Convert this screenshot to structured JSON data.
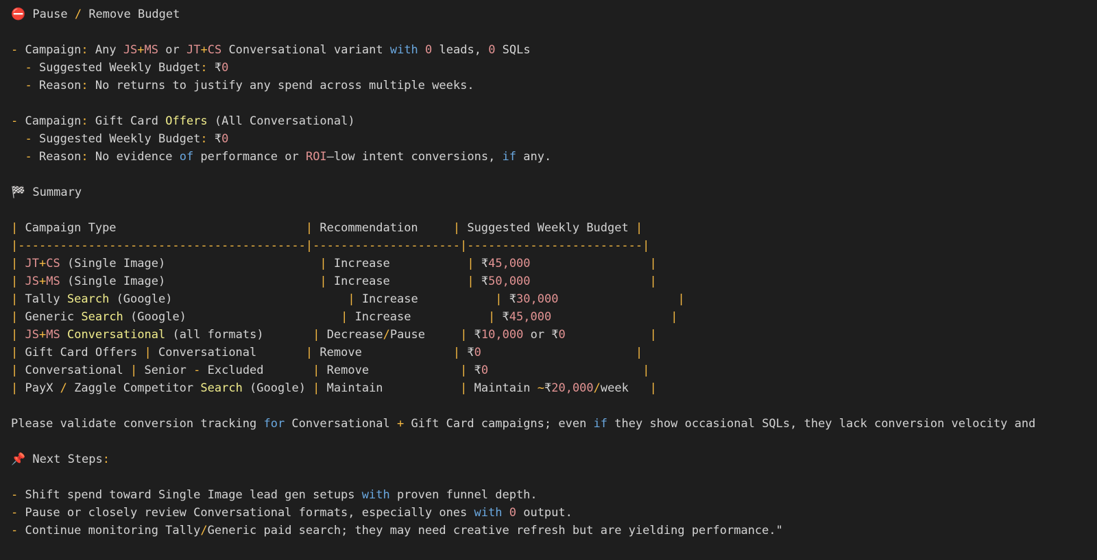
{
  "colors": {
    "background": "#1e1e1e",
    "text": "#d4d4d4",
    "punctuation": "#f5b942",
    "number": "#e39393",
    "keyword": "#6aa8e0",
    "class": "#f1ed8c"
  },
  "lines": [
    {
      "name": "heading-pause-remove",
      "tokens": [
        {
          "t": "⛔",
          "c": "emoji",
          "icon": "no-entry-icon"
        },
        {
          "t": " Pause ",
          "c": "plain"
        },
        {
          "t": "/",
          "c": "punct"
        },
        {
          "t": " Remove Budget",
          "c": "plain"
        }
      ]
    },
    {
      "name": "blank",
      "tokens": []
    },
    {
      "name": "campaign-line",
      "tokens": [
        {
          "t": "-",
          "c": "punct"
        },
        {
          "t": " Campaign",
          "c": "plain"
        },
        {
          "t": ":",
          "c": "punct"
        },
        {
          "t": " Any ",
          "c": "plain"
        },
        {
          "t": "JS",
          "c": "num"
        },
        {
          "t": "+",
          "c": "punct"
        },
        {
          "t": "MS",
          "c": "num"
        },
        {
          "t": " or ",
          "c": "plain"
        },
        {
          "t": "JT",
          "c": "num"
        },
        {
          "t": "+",
          "c": "punct"
        },
        {
          "t": "CS",
          "c": "num"
        },
        {
          "t": " Conversational variant ",
          "c": "plain"
        },
        {
          "t": "with",
          "c": "kw"
        },
        {
          "t": " ",
          "c": "plain"
        },
        {
          "t": "0",
          "c": "num"
        },
        {
          "t": " leads, ",
          "c": "plain"
        },
        {
          "t": "0",
          "c": "num"
        },
        {
          "t": " SQLs",
          "c": "plain"
        }
      ]
    },
    {
      "name": "budget-line",
      "tokens": [
        {
          "t": "  ",
          "c": "plain"
        },
        {
          "t": "-",
          "c": "punct"
        },
        {
          "t": " Suggested Weekly Budget",
          "c": "plain"
        },
        {
          "t": ":",
          "c": "punct"
        },
        {
          "t": " ₹",
          "c": "plain"
        },
        {
          "t": "0",
          "c": "num"
        }
      ]
    },
    {
      "name": "reason-line",
      "tokens": [
        {
          "t": "  ",
          "c": "plain"
        },
        {
          "t": "-",
          "c": "punct"
        },
        {
          "t": " Reason",
          "c": "plain"
        },
        {
          "t": ":",
          "c": "punct"
        },
        {
          "t": " No returns to justify any spend across multiple weeks.",
          "c": "plain"
        }
      ]
    },
    {
      "name": "blank",
      "tokens": []
    },
    {
      "name": "campaign-line",
      "tokens": [
        {
          "t": "-",
          "c": "punct"
        },
        {
          "t": " Campaign",
          "c": "plain"
        },
        {
          "t": ":",
          "c": "punct"
        },
        {
          "t": " Gift Card ",
          "c": "plain"
        },
        {
          "t": "Offers",
          "c": "cls"
        },
        {
          "t": " (All Conversational)",
          "c": "plain"
        }
      ]
    },
    {
      "name": "budget-line",
      "tokens": [
        {
          "t": "  ",
          "c": "plain"
        },
        {
          "t": "-",
          "c": "punct"
        },
        {
          "t": " Suggested Weekly Budget",
          "c": "plain"
        },
        {
          "t": ":",
          "c": "punct"
        },
        {
          "t": " ₹",
          "c": "plain"
        },
        {
          "t": "0",
          "c": "num"
        }
      ]
    },
    {
      "name": "reason-line",
      "tokens": [
        {
          "t": "  ",
          "c": "plain"
        },
        {
          "t": "-",
          "c": "punct"
        },
        {
          "t": " Reason",
          "c": "plain"
        },
        {
          "t": ":",
          "c": "punct"
        },
        {
          "t": " No evidence ",
          "c": "plain"
        },
        {
          "t": "of",
          "c": "kw"
        },
        {
          "t": " performance or ",
          "c": "plain"
        },
        {
          "t": "ROI",
          "c": "num"
        },
        {
          "t": "—low intent conversions, ",
          "c": "plain"
        },
        {
          "t": "if",
          "c": "kw"
        },
        {
          "t": " any.",
          "c": "plain"
        }
      ]
    },
    {
      "name": "blank",
      "tokens": []
    },
    {
      "name": "heading-summary",
      "tokens": [
        {
          "t": "🏁",
          "c": "emoji",
          "icon": "checkered-flag-icon"
        },
        {
          "t": " Summary",
          "c": "plain"
        }
      ]
    },
    {
      "name": "blank",
      "tokens": []
    },
    {
      "name": "table-header",
      "tokens": [
        {
          "t": "|",
          "c": "punct"
        },
        {
          "t": " Campaign Type                           ",
          "c": "plain"
        },
        {
          "t": "|",
          "c": "punct"
        },
        {
          "t": " Recommendation     ",
          "c": "plain"
        },
        {
          "t": "|",
          "c": "punct"
        },
        {
          "t": " Suggested Weekly Budget ",
          "c": "plain"
        },
        {
          "t": "|",
          "c": "punct"
        }
      ]
    },
    {
      "name": "table-separator",
      "tokens": [
        {
          "t": "|-----------------------------------------|---------------------|-------------------------|",
          "c": "punct"
        }
      ]
    },
    {
      "name": "table-row",
      "tokens": [
        {
          "t": "|",
          "c": "punct"
        },
        {
          "t": " ",
          "c": "plain"
        },
        {
          "t": "JT",
          "c": "num"
        },
        {
          "t": "+",
          "c": "punct"
        },
        {
          "t": "CS",
          "c": "num"
        },
        {
          "t": " (Single Image)                      ",
          "c": "plain"
        },
        {
          "t": "|",
          "c": "punct"
        },
        {
          "t": " Increase           ",
          "c": "plain"
        },
        {
          "t": "|",
          "c": "punct"
        },
        {
          "t": " ₹",
          "c": "plain"
        },
        {
          "t": "45,000",
          "c": "num"
        },
        {
          "t": "                 ",
          "c": "plain"
        },
        {
          "t": "|",
          "c": "punct"
        }
      ]
    },
    {
      "name": "table-row",
      "tokens": [
        {
          "t": "|",
          "c": "punct"
        },
        {
          "t": " ",
          "c": "plain"
        },
        {
          "t": "JS",
          "c": "num"
        },
        {
          "t": "+",
          "c": "punct"
        },
        {
          "t": "MS",
          "c": "num"
        },
        {
          "t": " (Single Image)                      ",
          "c": "plain"
        },
        {
          "t": "|",
          "c": "punct"
        },
        {
          "t": " Increase           ",
          "c": "plain"
        },
        {
          "t": "|",
          "c": "punct"
        },
        {
          "t": " ₹",
          "c": "plain"
        },
        {
          "t": "50,000",
          "c": "num"
        },
        {
          "t": "                 ",
          "c": "plain"
        },
        {
          "t": "|",
          "c": "punct"
        }
      ]
    },
    {
      "name": "table-row",
      "tokens": [
        {
          "t": "|",
          "c": "punct"
        },
        {
          "t": " Tally ",
          "c": "plain"
        },
        {
          "t": "Search",
          "c": "cls"
        },
        {
          "t": " (Google)                         ",
          "c": "plain"
        },
        {
          "t": "|",
          "c": "punct"
        },
        {
          "t": " Increase           ",
          "c": "plain"
        },
        {
          "t": "|",
          "c": "punct"
        },
        {
          "t": " ₹",
          "c": "plain"
        },
        {
          "t": "30,000",
          "c": "num"
        },
        {
          "t": "                 ",
          "c": "plain"
        },
        {
          "t": "|",
          "c": "punct"
        }
      ]
    },
    {
      "name": "table-row",
      "tokens": [
        {
          "t": "|",
          "c": "punct"
        },
        {
          "t": " Generic ",
          "c": "plain"
        },
        {
          "t": "Search",
          "c": "cls"
        },
        {
          "t": " (Google)                      ",
          "c": "plain"
        },
        {
          "t": "|",
          "c": "punct"
        },
        {
          "t": " Increase           ",
          "c": "plain"
        },
        {
          "t": "|",
          "c": "punct"
        },
        {
          "t": " ₹",
          "c": "plain"
        },
        {
          "t": "45,000",
          "c": "num"
        },
        {
          "t": "                 ",
          "c": "plain"
        },
        {
          "t": "|",
          "c": "punct"
        }
      ]
    },
    {
      "name": "table-row",
      "tokens": [
        {
          "t": "|",
          "c": "punct"
        },
        {
          "t": " ",
          "c": "plain"
        },
        {
          "t": "JS",
          "c": "num"
        },
        {
          "t": "+",
          "c": "punct"
        },
        {
          "t": "MS",
          "c": "num"
        },
        {
          "t": " ",
          "c": "plain"
        },
        {
          "t": "Conversational",
          "c": "cls"
        },
        {
          "t": " (all formats)       ",
          "c": "plain"
        },
        {
          "t": "|",
          "c": "punct"
        },
        {
          "t": " Decrease",
          "c": "plain"
        },
        {
          "t": "/",
          "c": "punct"
        },
        {
          "t": "Pause     ",
          "c": "plain"
        },
        {
          "t": "|",
          "c": "punct"
        },
        {
          "t": " ₹",
          "c": "plain"
        },
        {
          "t": "10,000",
          "c": "num"
        },
        {
          "t": " or ₹",
          "c": "plain"
        },
        {
          "t": "0",
          "c": "num"
        },
        {
          "t": "            ",
          "c": "plain"
        },
        {
          "t": "|",
          "c": "punct"
        }
      ]
    },
    {
      "name": "table-row",
      "tokens": [
        {
          "t": "|",
          "c": "punct"
        },
        {
          "t": " Gift Card Offers ",
          "c": "plain"
        },
        {
          "t": "|",
          "c": "punct"
        },
        {
          "t": " Conversational       ",
          "c": "plain"
        },
        {
          "t": "|",
          "c": "punct"
        },
        {
          "t": " Remove             ",
          "c": "plain"
        },
        {
          "t": "|",
          "c": "punct"
        },
        {
          "t": " ₹",
          "c": "plain"
        },
        {
          "t": "0",
          "c": "num"
        },
        {
          "t": "                      ",
          "c": "plain"
        },
        {
          "t": "|",
          "c": "punct"
        }
      ]
    },
    {
      "name": "table-row",
      "tokens": [
        {
          "t": "|",
          "c": "punct"
        },
        {
          "t": " Conversational ",
          "c": "plain"
        },
        {
          "t": "|",
          "c": "punct"
        },
        {
          "t": " Senior ",
          "c": "plain"
        },
        {
          "t": "-",
          "c": "punct"
        },
        {
          "t": " Excluded       ",
          "c": "plain"
        },
        {
          "t": "|",
          "c": "punct"
        },
        {
          "t": " Remove             ",
          "c": "plain"
        },
        {
          "t": "|",
          "c": "punct"
        },
        {
          "t": " ₹",
          "c": "plain"
        },
        {
          "t": "0",
          "c": "num"
        },
        {
          "t": "                      ",
          "c": "plain"
        },
        {
          "t": "|",
          "c": "punct"
        }
      ]
    },
    {
      "name": "table-row",
      "tokens": [
        {
          "t": "|",
          "c": "punct"
        },
        {
          "t": " PayX ",
          "c": "plain"
        },
        {
          "t": "/",
          "c": "punct"
        },
        {
          "t": " Zaggle Competitor ",
          "c": "plain"
        },
        {
          "t": "Search",
          "c": "cls"
        },
        {
          "t": " (Google) ",
          "c": "plain"
        },
        {
          "t": "|",
          "c": "punct"
        },
        {
          "t": " Maintain           ",
          "c": "plain"
        },
        {
          "t": "|",
          "c": "punct"
        },
        {
          "t": " Maintain ",
          "c": "plain"
        },
        {
          "t": "~",
          "c": "punct"
        },
        {
          "t": "₹",
          "c": "plain"
        },
        {
          "t": "20,000",
          "c": "num"
        },
        {
          "t": "/",
          "c": "punct"
        },
        {
          "t": "week   ",
          "c": "plain"
        },
        {
          "t": "|",
          "c": "punct"
        }
      ]
    },
    {
      "name": "blank",
      "tokens": []
    },
    {
      "name": "validation-note",
      "tokens": [
        {
          "t": "Please validate conversion tracking ",
          "c": "plain"
        },
        {
          "t": "for",
          "c": "kw"
        },
        {
          "t": " Conversational ",
          "c": "plain"
        },
        {
          "t": "+",
          "c": "punct"
        },
        {
          "t": " Gift Card campaigns; even ",
          "c": "plain"
        },
        {
          "t": "if",
          "c": "kw"
        },
        {
          "t": " they show occasional SQLs, they lack conversion velocity and",
          "c": "plain"
        }
      ]
    },
    {
      "name": "blank",
      "tokens": []
    },
    {
      "name": "heading-next-steps",
      "tokens": [
        {
          "t": "📌",
          "c": "emoji",
          "icon": "pushpin-icon"
        },
        {
          "t": " Next Steps",
          "c": "plain"
        },
        {
          "t": ":",
          "c": "punct"
        }
      ]
    },
    {
      "name": "blank",
      "tokens": []
    },
    {
      "name": "step-item",
      "tokens": [
        {
          "t": "-",
          "c": "punct"
        },
        {
          "t": " Shift spend toward Single Image lead gen setups ",
          "c": "plain"
        },
        {
          "t": "with",
          "c": "kw"
        },
        {
          "t": " proven funnel depth.",
          "c": "plain"
        }
      ]
    },
    {
      "name": "step-item",
      "tokens": [
        {
          "t": "-",
          "c": "punct"
        },
        {
          "t": " Pause or closely review Conversational formats, especially ones ",
          "c": "plain"
        },
        {
          "t": "with",
          "c": "kw"
        },
        {
          "t": " ",
          "c": "plain"
        },
        {
          "t": "0",
          "c": "num"
        },
        {
          "t": " output.",
          "c": "plain"
        }
      ]
    },
    {
      "name": "step-item",
      "tokens": [
        {
          "t": "-",
          "c": "punct"
        },
        {
          "t": " Continue monitoring Tally",
          "c": "plain"
        },
        {
          "t": "/",
          "c": "punct"
        },
        {
          "t": "Generic paid search; they may need creative refresh but are yielding performance.\"",
          "c": "plain"
        }
      ]
    }
  ]
}
